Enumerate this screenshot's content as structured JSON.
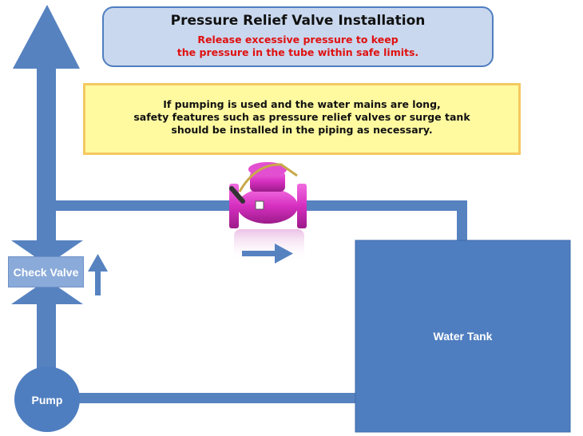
{
  "header": {
    "title": "Pressure Relief Valve Installation",
    "subtitle_line1": "Release excessive pressure to keep",
    "subtitle_line2": "the pressure in the tube within safe limits."
  },
  "note": {
    "line1": "If pumping is used and the water mains are long,",
    "line2": "safety features such as pressure relief valves or surge tank",
    "line3": "should be installed in the piping as necessary."
  },
  "labels": {
    "check_valve": "Check Valve",
    "pump": "Pump",
    "water_tank": "Water Tank"
  },
  "icons": {
    "valve": "pressure-relief-valve-icon",
    "flow_up": "arrow-up-icon",
    "flow_right": "arrow-right-icon"
  },
  "colors": {
    "pipe": "#5682c0",
    "tank": "#4f7ec0",
    "valve_body": "#d62fc0",
    "subtitle": "#e01010",
    "note_bg": "#fffaa0",
    "note_border": "#f5c860"
  }
}
